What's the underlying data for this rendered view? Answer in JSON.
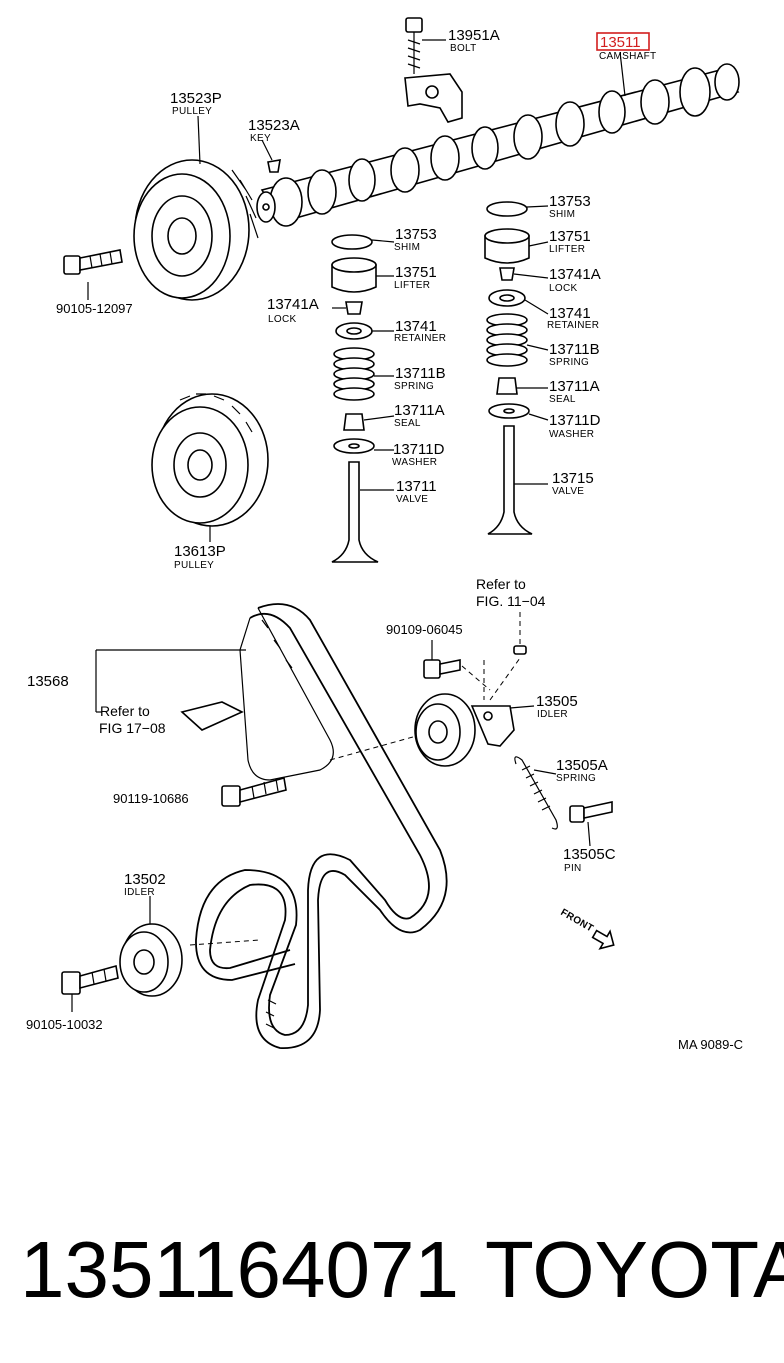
{
  "callouts": {
    "bolt_13951a": {
      "number": "13951A",
      "name": "BOLT"
    },
    "camshaft_13511": {
      "number": "13511",
      "name": "CAMSHAFT"
    },
    "pulley_13523p": {
      "number": "13523P",
      "name": "PULLEY"
    },
    "key_13523a": {
      "number": "13523A",
      "name": "KEY"
    },
    "bolt_90105_12097": {
      "number": "90105-12097"
    },
    "shim_left": {
      "number": "13753",
      "name": "SHIM"
    },
    "lifter_left": {
      "number": "13751",
      "name": "LIFTER"
    },
    "lock_left": {
      "number": "13741A",
      "name": "LOCK"
    },
    "retainer_left": {
      "number": "13741",
      "name": "RETAINER"
    },
    "spring_left": {
      "number": "13711B",
      "name": "SPRING"
    },
    "seal_left": {
      "number": "13711A",
      "name": "SEAL"
    },
    "washer_left": {
      "number": "13711D",
      "name": "WASHER"
    },
    "valve_left": {
      "number": "13711",
      "name": "VALVE"
    },
    "shim_right": {
      "number": "13753",
      "name": "SHIM"
    },
    "lifter_right": {
      "number": "13751",
      "name": "LIFTER"
    },
    "lock_right": {
      "number": "13741A",
      "name": "LOCK"
    },
    "retainer_right": {
      "number": "13741",
      "name": "RETAINER"
    },
    "spring_right": {
      "number": "13711B",
      "name": "SPRING"
    },
    "seal_right": {
      "number": "13711A",
      "name": "SEAL"
    },
    "washer_right": {
      "number": "13711D",
      "name": "WASHER"
    },
    "valve_right": {
      "number": "13715",
      "name": "VALVE"
    },
    "pulley_13613p": {
      "number": "13613P",
      "name": "PULLEY"
    },
    "refer_fig_11_04": {
      "line1": "Refer to",
      "line2": "FIG. 11−04"
    },
    "bolt_90109_06045": {
      "number": "90109-06045"
    },
    "belt_13568": {
      "number": "13568"
    },
    "refer_fig_17_08": {
      "line1": "Refer to",
      "line2": "FIG 17−08"
    },
    "idler_13505": {
      "number": "13505",
      "name": "IDLER"
    },
    "spring_13505a": {
      "number": "13505A",
      "name": "SPRING"
    },
    "bolt_90119_10686": {
      "number": "90119-10686"
    },
    "pin_13505c": {
      "number": "13505C",
      "name": "PIN"
    },
    "idler_13502": {
      "number": "13502",
      "name": "IDLER"
    },
    "bolt_90105_10032": {
      "number": "90105-10032"
    },
    "front_marker": {
      "text": "FRONT"
    },
    "figure_code": {
      "text": "MA 9089-C"
    }
  },
  "highlight_color": "#d21e1e",
  "footer": {
    "part_number": "1351164071",
    "brand": "TOYOTA"
  }
}
